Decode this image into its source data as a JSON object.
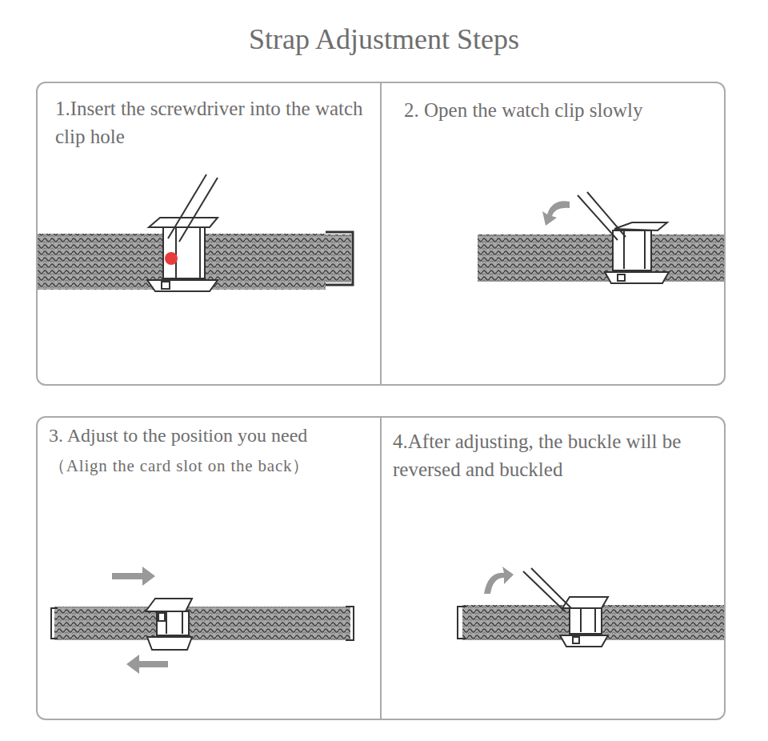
{
  "diagram": {
    "title": "Strap Adjustment Steps",
    "nodes": [
      {
        "text": [
          "1.Insert the screwdriver into the watch clip hole"
        ]
      },
      {
        "text": [
          "2. Open the watch clip slowly"
        ]
      },
      {
        "text": [
          "3. Adjust to the position you need",
          "（Align the card slot on the back）"
        ]
      },
      {
        "text": [
          "4.After adjusting, the buckle will be reversed and buckled"
        ]
      }
    ]
  }
}
